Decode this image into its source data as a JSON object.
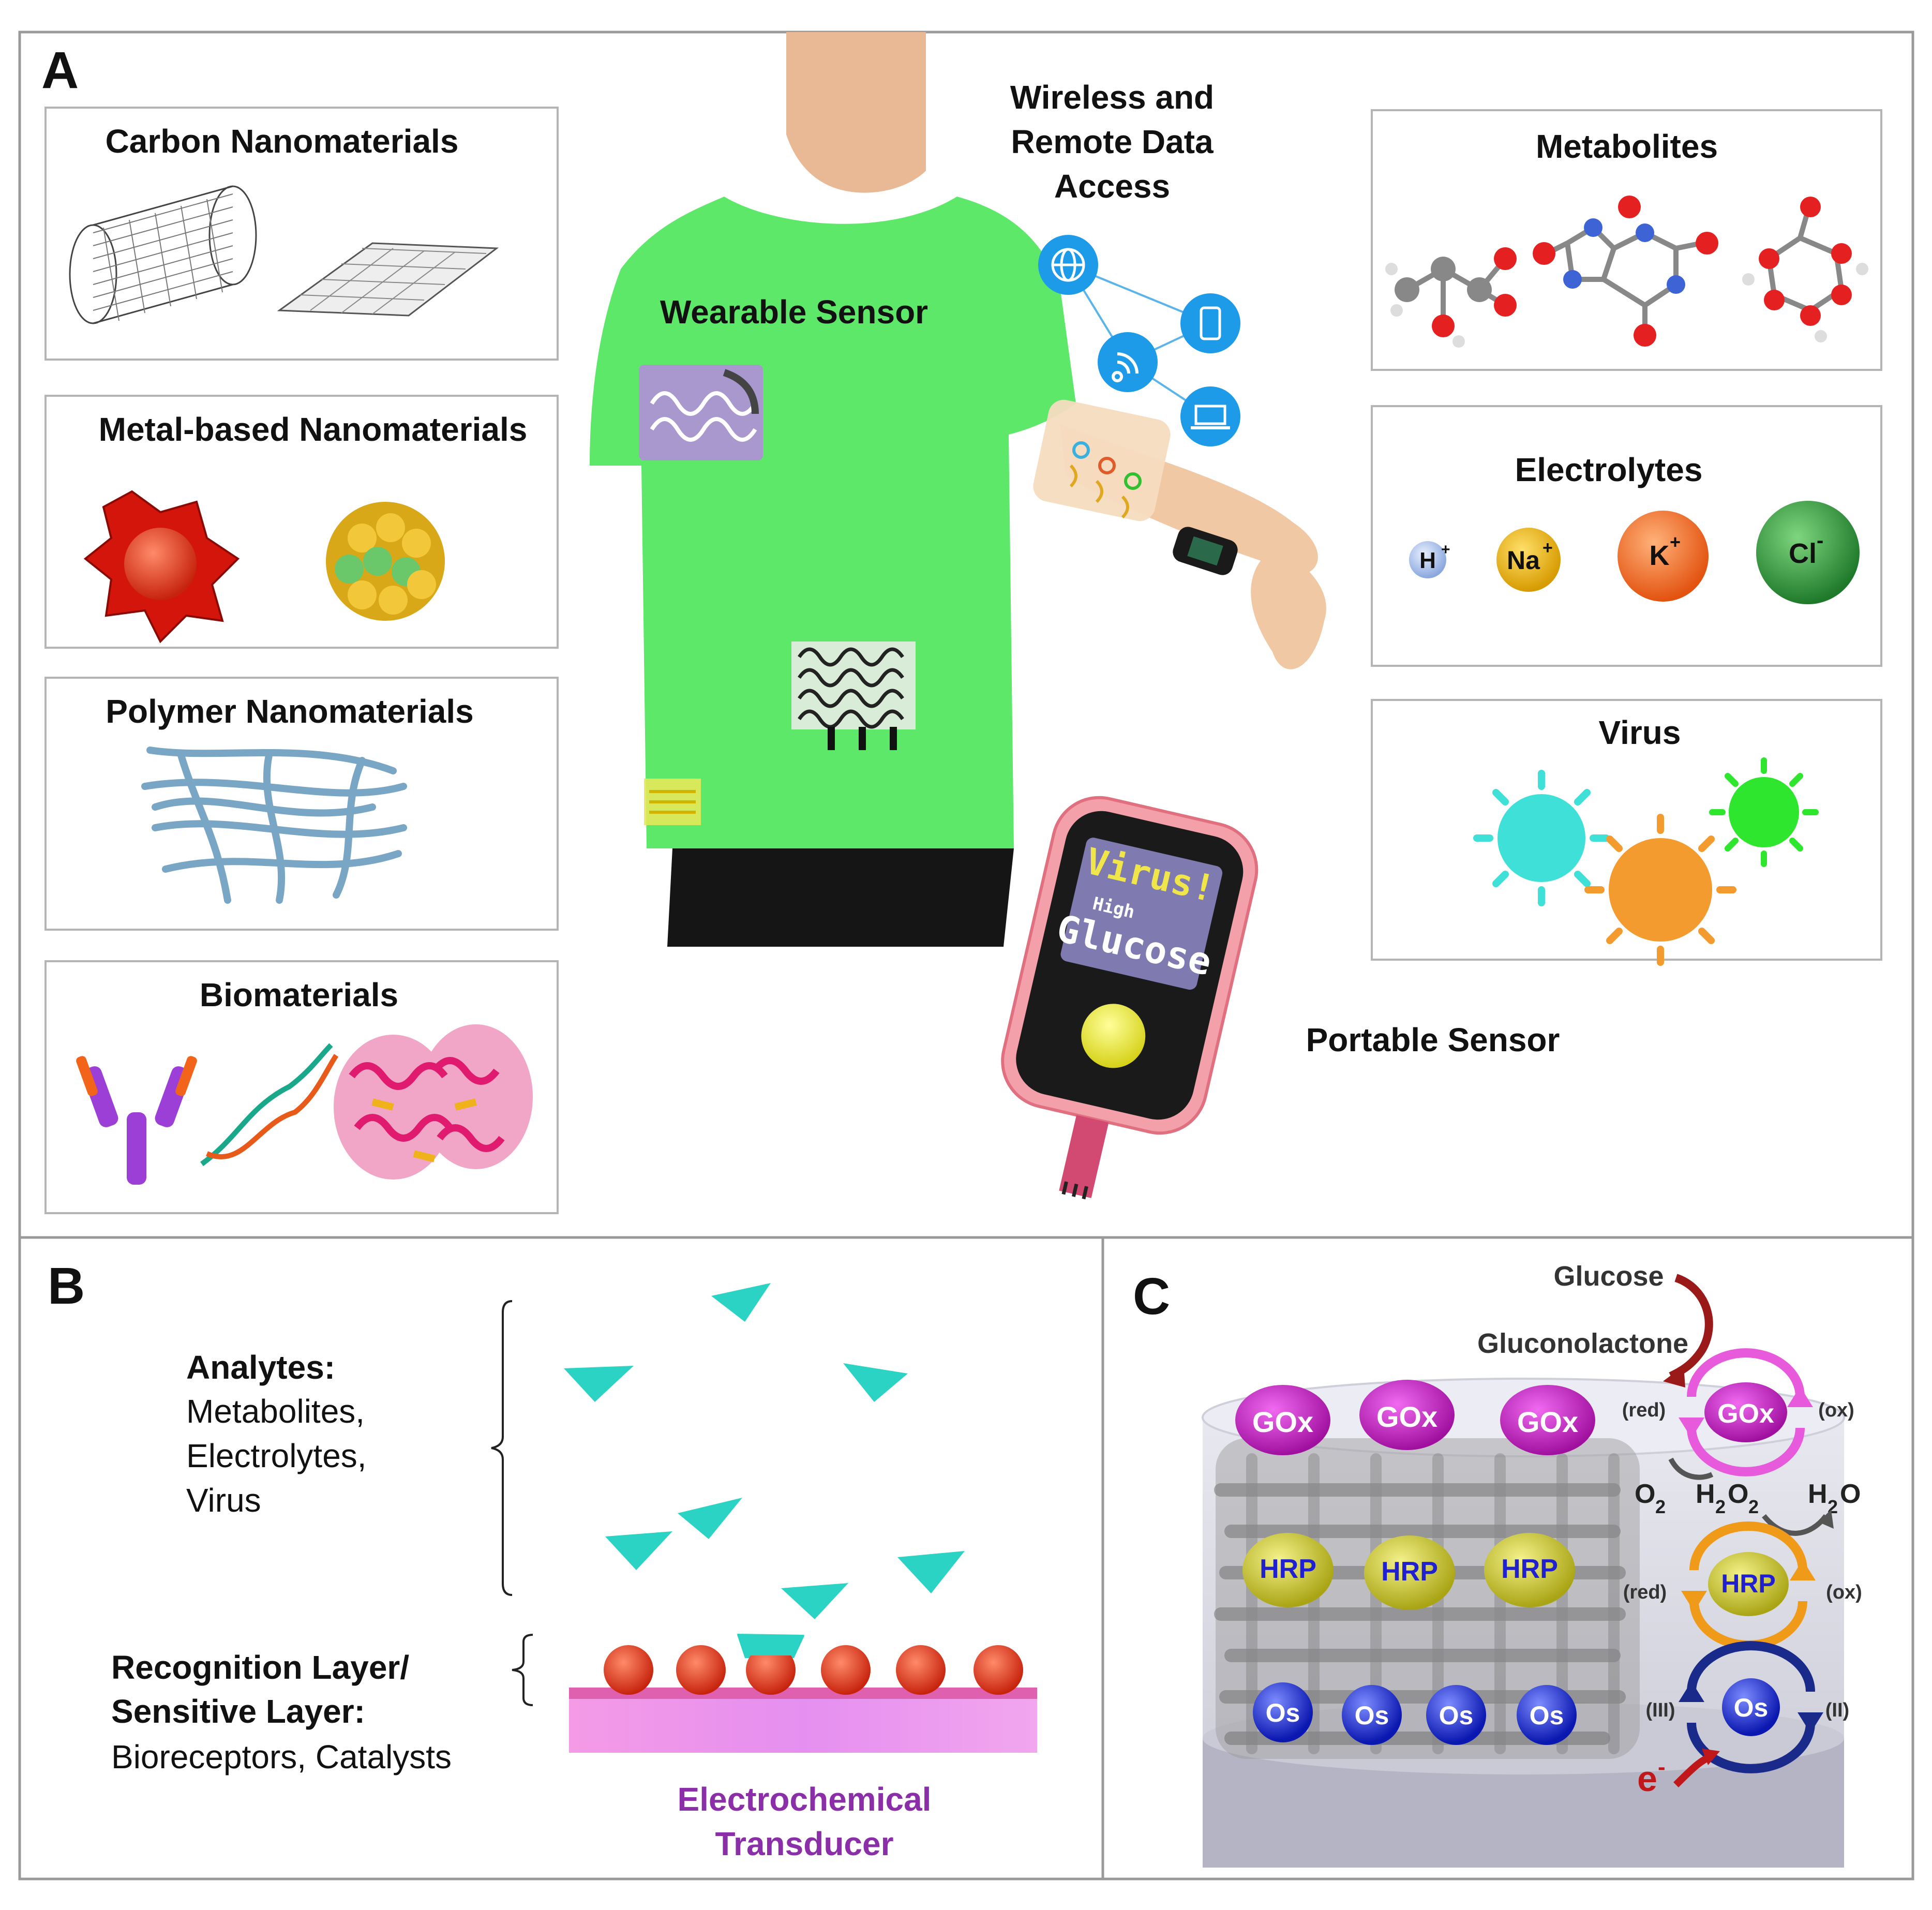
{
  "panels": {
    "a_letter": "A",
    "b_letter": "B",
    "c_letter": "C"
  },
  "panel_a": {
    "left_boxes": [
      {
        "title": "Carbon Nanomaterials"
      },
      {
        "title": "Metal-based Nanomaterials"
      },
      {
        "title": "Polymer Nanomaterials"
      },
      {
        "title": "Biomaterials"
      }
    ],
    "right_boxes": [
      {
        "title": "Metabolites"
      },
      {
        "title": "Electrolytes",
        "ions": [
          "H",
          "Na",
          "K",
          "Cl"
        ],
        "charges": [
          "+",
          "+",
          "+",
          "-"
        ]
      },
      {
        "title": "Virus"
      }
    ],
    "wearable_label": "Wearable Sensor",
    "wireless_label": [
      "Wireless and",
      "Remote Data",
      "Access"
    ],
    "portable_label": "Portable Sensor",
    "meter_screen": {
      "line1": "Virus!",
      "line2": "High",
      "line3": "Glucose"
    }
  },
  "panel_b": {
    "analytes_title": "Analytes:",
    "analytes_items": [
      "Metabolites,",
      "Electrolytes,",
      "Virus"
    ],
    "recognition_title": [
      "Recognition Layer/",
      "Sensitive Layer:"
    ],
    "recognition_items": "Bioreceptors, Catalysts",
    "transducer_label": [
      "Electrochemical",
      "Transducer"
    ]
  },
  "panel_c": {
    "glucose": "Glucose",
    "gluconolactone": "Gluconolactone",
    "gox": "GOx",
    "hrp": "HRP",
    "os": "Os",
    "red": "(red)",
    "ox": "(ox)",
    "iii": "(III)",
    "ii": "(II)",
    "o2": "O",
    "h2o2_h": "H",
    "h2o2_o": "O",
    "h2o": "H",
    "h2o_o": "O",
    "sub2": "2",
    "electron": "e",
    "electron_charge": "-"
  },
  "colors": {
    "shirt_green": "#5ee86a",
    "gox_magenta": "#c41fc4",
    "hrp_yellow": "#d8d42a",
    "os_blue": "#1f2fe0",
    "network_blue": "#1e9be8",
    "transducer_purple": "#8b2fa8",
    "analyte_teal": "#2ad3c4",
    "bead_orange": "#e8401a"
  }
}
